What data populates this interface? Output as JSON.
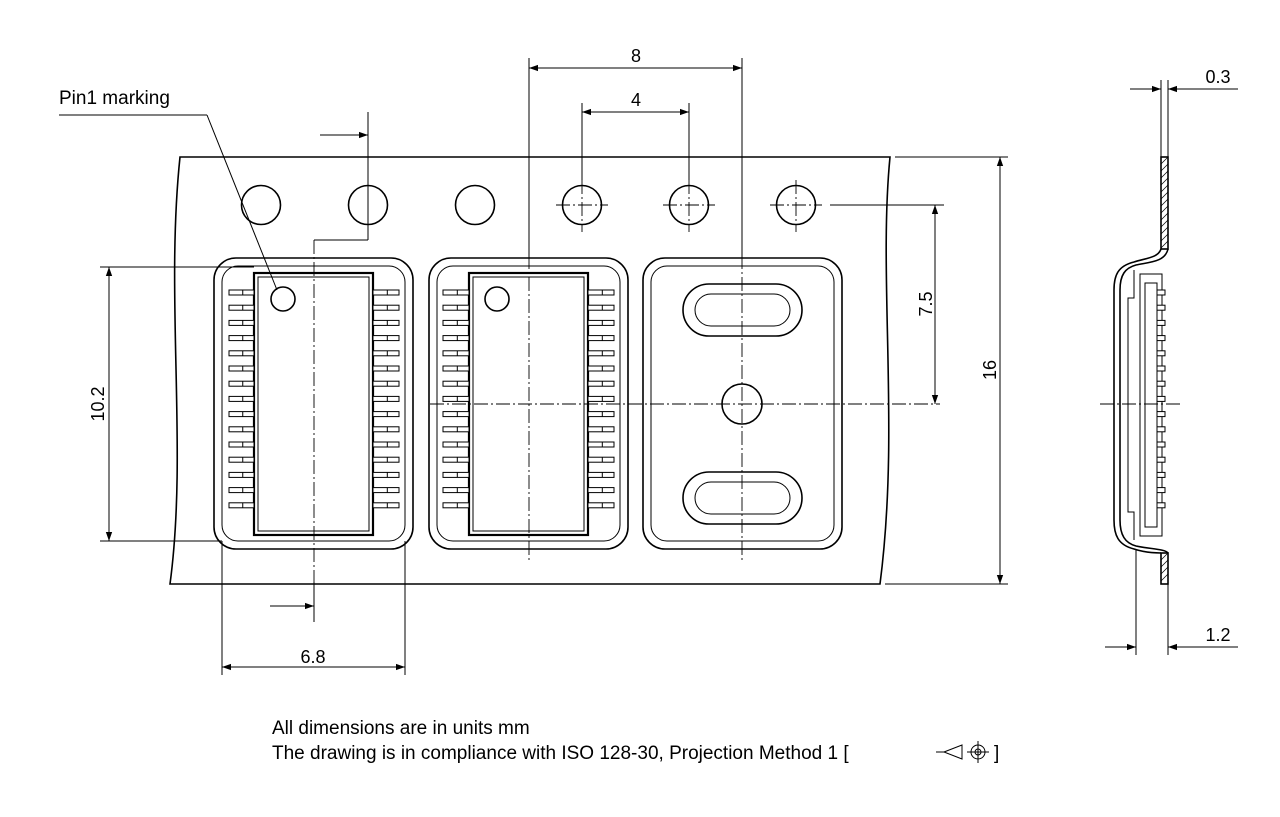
{
  "labels": {
    "pin1_marking": "Pin1 marking"
  },
  "dimensions": {
    "pitch_pockets": "8",
    "pitch_holes": "4",
    "hole_to_pocket_center": "7.5",
    "tape_width": "16",
    "pocket_length": "10.2",
    "pocket_width": "6.8",
    "tape_thickness": "0.3",
    "pocket_depth": "1.2"
  },
  "notes": {
    "line1": "All dimensions are in units mm",
    "line2": "The drawing is in compliance with ISO 128-30, Projection Method 1 [",
    "line2_end": "]"
  }
}
